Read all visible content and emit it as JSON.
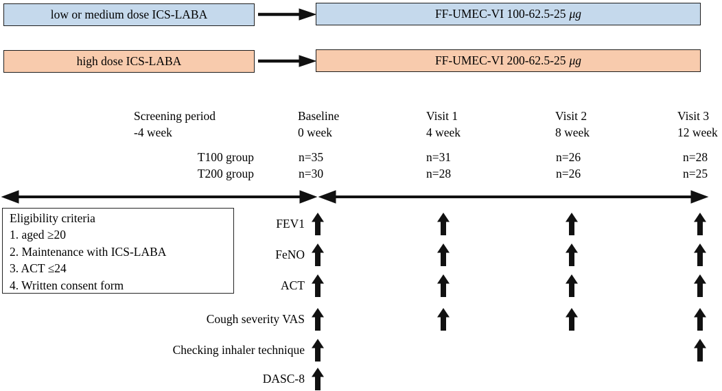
{
  "colors": {
    "light_blue": "#c5d9ec",
    "light_orange": "#f8cbad",
    "ink": "#111111"
  },
  "flow": [
    {
      "source": "low or medium dose ICS-LABA",
      "target": "FF-UMEC-VI 100-62.5-25",
      "unit": "μg"
    },
    {
      "source": "high dose ICS-LABA",
      "target": "FF-UMEC-VI 200-62.5-25",
      "unit": "μg"
    }
  ],
  "timeline": {
    "columns": [
      {
        "title": "Screening period",
        "subtitle": "-4 week"
      },
      {
        "title": "Baseline",
        "subtitle": "0 week"
      },
      {
        "title": "Visit 1",
        "subtitle": "4 week"
      },
      {
        "title": "Visit 2",
        "subtitle": "8 week"
      },
      {
        "title": "Visit 3",
        "subtitle": "12 week"
      }
    ]
  },
  "groups": [
    {
      "label": "T100 group",
      "counts": [
        "n=35",
        "n=31",
        "n=26",
        "n=28"
      ]
    },
    {
      "label": "T200 group",
      "counts": [
        "n=30",
        "n=28",
        "n=26",
        "n=25"
      ]
    }
  ],
  "eligibility": {
    "title": "Eligibility criteria",
    "items": [
      "1. aged ≥20",
      "2. Maintenance with ICS-LABA",
      "3. ACT ≤24",
      "4. Written consent form"
    ]
  },
  "observations": [
    {
      "label": "FEV1",
      "visits": [
        1,
        1,
        1,
        1
      ]
    },
    {
      "label": "FeNO",
      "visits": [
        1,
        1,
        1,
        1
      ]
    },
    {
      "label": "ACT",
      "visits": [
        1,
        1,
        1,
        1
      ]
    },
    {
      "label": "Cough severity VAS",
      "visits": [
        1,
        1,
        1,
        1
      ]
    },
    {
      "label": "Checking inhaler technique",
      "visits": [
        1,
        0,
        0,
        1
      ]
    },
    {
      "label": "DASC-8",
      "visits": [
        1,
        0,
        0,
        0
      ]
    }
  ]
}
